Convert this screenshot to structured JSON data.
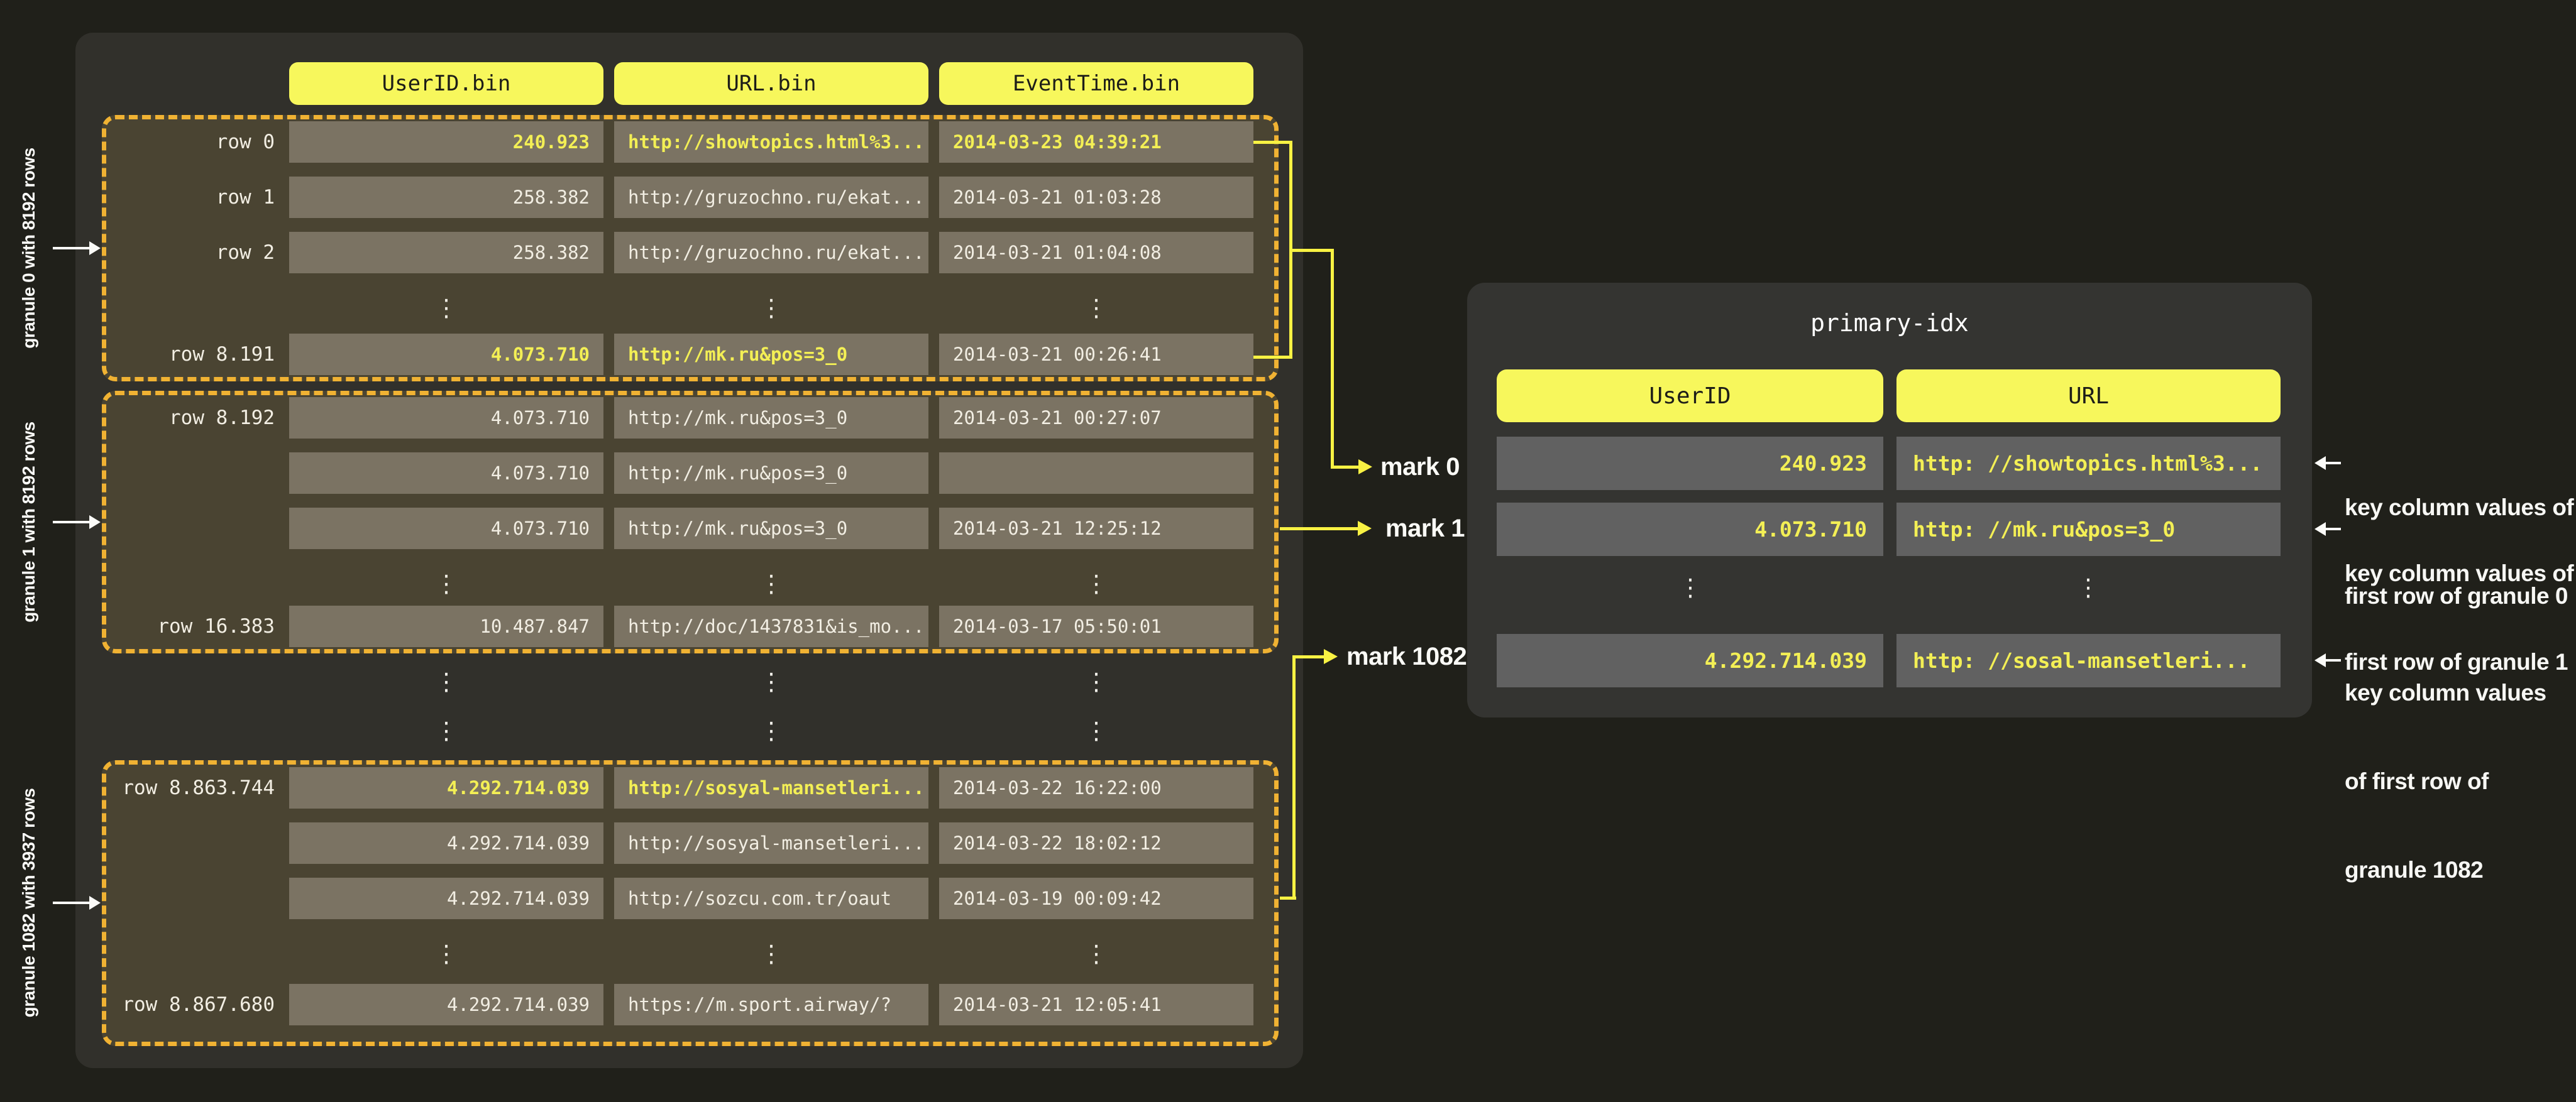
{
  "colors": {
    "page_bg": "#20201a",
    "panel_bg": "#31302b",
    "granule_bg": "#4a4432",
    "granule_border": "#f0b233",
    "cell_bg_left": "#7b7363",
    "cell_bg_right": "#616161",
    "accent_yellow_pill": "#f7f75c",
    "highlight_text": "#f3ef55",
    "connector_yellow": "#f8f243"
  },
  "ellipsis": "⋮",
  "bin_table": {
    "headers": [
      "UserID.bin",
      "URL.bin",
      "EventTime.bin"
    ],
    "granules": [
      {
        "side_label": "granule 0 with 8192 rows",
        "rows": [
          {
            "label": "row 0",
            "user_id": "240.923",
            "url": "http://showtopics.html%3...",
            "event_time": "2014-03-23 04:39:21"
          },
          {
            "label": "row 1",
            "user_id": "258.382",
            "url": "http://gruzochno.ru/ekat...",
            "event_time": "2014-03-21 01:03:28"
          },
          {
            "label": "row 2",
            "user_id": "258.382",
            "url": "http://gruzochno.ru/ekat...",
            "event_time": "2014-03-21 01:04:08"
          },
          {
            "label": "row 8.191",
            "user_id": "4.073.710",
            "url": "http://mk.ru&pos=3_0",
            "event_time": "2014-03-21 00:26:41"
          }
        ]
      },
      {
        "side_label": "granule 1 with 8192 rows",
        "rows": [
          {
            "label": "row 8.192",
            "user_id": "4.073.710",
            "url": "http://mk.ru&pos=3_0",
            "event_time": "2014-03-21 00:27:07"
          },
          {
            "label": "",
            "user_id": "4.073.710",
            "url": "http://mk.ru&pos=3_0",
            "event_time": ""
          },
          {
            "label": "",
            "user_id": "4.073.710",
            "url": "http://mk.ru&pos=3_0",
            "event_time": "2014-03-21 12:25:12"
          },
          {
            "label": "row 16.383",
            "user_id": "10.487.847",
            "url": "http://doc/1437831&is_mo...",
            "event_time": "2014-03-17 05:50:01"
          }
        ]
      },
      {
        "side_label": "granule 1082 with 3937 rows",
        "rows": [
          {
            "label": "row 8.863.744",
            "user_id": "4.292.714.039",
            "url": "http://sosyal-mansetleri...",
            "event_time": "2014-03-22 16:22:00"
          },
          {
            "label": "",
            "user_id": "4.292.714.039",
            "url": "http://sosyal-mansetleri...",
            "event_time": "2014-03-22 18:02:12"
          },
          {
            "label": "",
            "user_id": "4.292.714.039",
            "url": "http://sozcu.com.tr/oaut",
            "event_time": "2014-03-19 00:09:42"
          },
          {
            "label": "row 8.867.680",
            "user_id": "4.292.714.039",
            "url": "https://m.sport.airway/?",
            "event_time": "2014-03-21 12:05:41"
          }
        ]
      }
    ]
  },
  "marks": [
    {
      "label": "mark 0"
    },
    {
      "label": "mark 1"
    },
    {
      "label": "mark 1082"
    }
  ],
  "primary_index": {
    "title": "primary-idx",
    "headers": [
      "UserID",
      "URL"
    ],
    "rows": [
      {
        "user_id": "240.923",
        "url": "http: //showtopics.html%3..."
      },
      {
        "user_id": "4.073.710",
        "url": "http: //mk.ru&pos=3_0"
      },
      {
        "user_id": "4.292.714.039",
        "url": "http: //sosal-mansetleri..."
      }
    ]
  },
  "annotations": [
    {
      "lines": [
        "key column values of",
        "first row of granule 0"
      ]
    },
    {
      "lines": [
        "key column values of",
        "first row of granule 1"
      ]
    },
    {
      "lines": [
        "key column values",
        "of first row of",
        "granule 1082"
      ]
    }
  ]
}
